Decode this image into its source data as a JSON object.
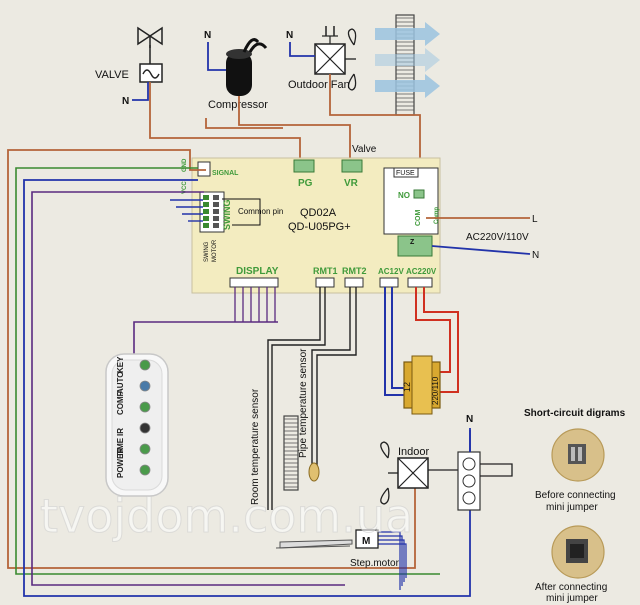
{
  "labels": {
    "valve": "VALVE",
    "n_valve": "N",
    "n_comp": "N",
    "n_fan": "N",
    "compressor": "Compressor",
    "outdoor_fan": "Outdoor Fan",
    "valve_wire": "Valve",
    "signal": "SIGNAL",
    "gnd": "GND",
    "vcc": "VCC",
    "pg": "PG",
    "vr": "VR",
    "fuse": "FUSE",
    "no": "NO",
    "com": "COM",
    "comp": "Comp",
    "common_pin": "Common pin",
    "swing": "SWING",
    "swing_motor_1": "SWING",
    "swing_motor_2": "MOTOR",
    "model_1": "QD02A",
    "model_2": "QD-U05PG+",
    "z": "Z",
    "l_line": "L",
    "n_line": "N",
    "ac_supply": "AC220V/110V",
    "display": "DISPLAY",
    "rmt1": "RMT1",
    "rmt2": "RMT2",
    "ac12v": "AC12V",
    "ac220v": "AC220V",
    "tr_12": "12",
    "tr_220": "220/110",
    "room_sensor": "Room temperature sensor",
    "pipe_sensor": "Pipe temperature sensor",
    "indoor": "Indoor",
    "n_indoor": "N",
    "step_motor": "Step.motor",
    "motor_m": "M",
    "short_title": "Short-circuit digrams",
    "before": "Before connecting",
    "before_2": "mini jumper",
    "after": "After connecting",
    "after_2": "mini jumper",
    "watermark": "tvojdom.com.ua"
  },
  "display_panel": {
    "buttons": [
      "POWER",
      "TIME",
      "IR",
      "COMP",
      "AUTO",
      "KEY"
    ]
  },
  "colors": {
    "board": "#f3ecc0",
    "wire_brown": "#b4643a",
    "wire_blue": "#2233aa",
    "wire_red": "#d03020",
    "wire_purple": "#5a2a80",
    "wire_green": "#3a8a30",
    "label_green": "#3f9a3a",
    "arrow_blue": "#9cc4e0"
  }
}
